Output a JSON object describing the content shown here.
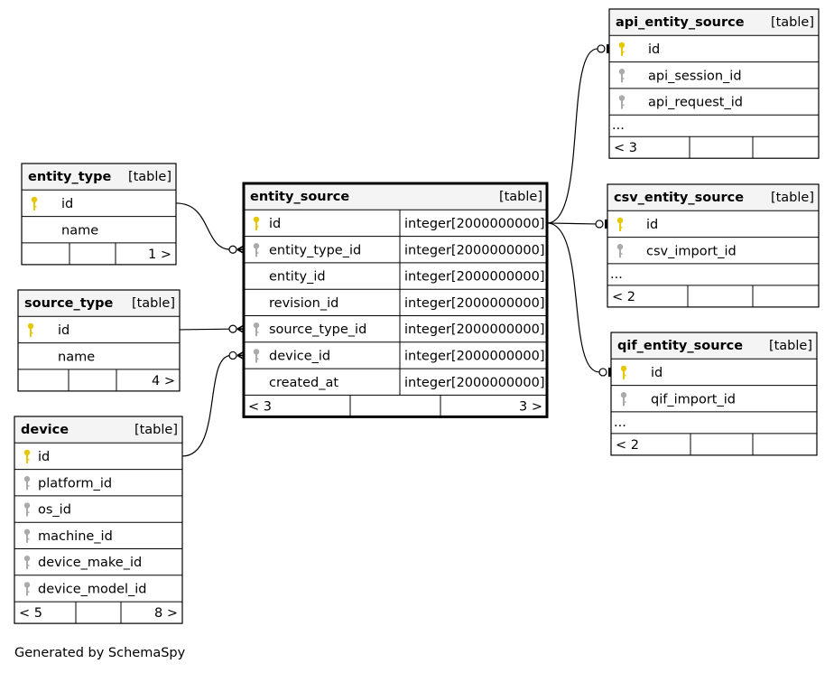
{
  "footer": "Generated by SchemaSpy",
  "tables": {
    "entity_type": {
      "name": "entity_type",
      "kind": "[table]",
      "columns": [
        {
          "name": "id",
          "key": "pk"
        },
        {
          "name": "name",
          "key": ""
        }
      ],
      "footer": [
        "",
        "",
        "1 >"
      ]
    },
    "source_type": {
      "name": "source_type",
      "kind": "[table]",
      "columns": [
        {
          "name": "id",
          "key": "pk"
        },
        {
          "name": "name",
          "key": ""
        }
      ],
      "footer": [
        "",
        "",
        "4 >"
      ]
    },
    "device": {
      "name": "device",
      "kind": "[table]",
      "columns": [
        {
          "name": "id",
          "key": "pk"
        },
        {
          "name": "platform_id",
          "key": "fk"
        },
        {
          "name": "os_id",
          "key": "fk"
        },
        {
          "name": "machine_id",
          "key": "fk"
        },
        {
          "name": "device_make_id",
          "key": "fk"
        },
        {
          "name": "device_model_id",
          "key": "fk"
        }
      ],
      "footer": [
        "< 5",
        "",
        "8 >"
      ]
    },
    "entity_source": {
      "name": "entity_source",
      "kind": "[table]",
      "columns": [
        {
          "name": "id",
          "key": "pk",
          "type": "integer[2000000000]"
        },
        {
          "name": "entity_type_id",
          "key": "fk",
          "type": "integer[2000000000]"
        },
        {
          "name": "entity_id",
          "key": "",
          "type": "integer[2000000000]"
        },
        {
          "name": "revision_id",
          "key": "",
          "type": "integer[2000000000]"
        },
        {
          "name": "source_type_id",
          "key": "fk",
          "type": "integer[2000000000]"
        },
        {
          "name": "device_id",
          "key": "fk",
          "type": "integer[2000000000]"
        },
        {
          "name": "created_at",
          "key": "",
          "type": "integer[2000000000]"
        }
      ],
      "footer": [
        "< 3",
        "",
        "3 >"
      ]
    },
    "api_entity_source": {
      "name": "api_entity_source",
      "kind": "[table]",
      "columns": [
        {
          "name": "id",
          "key": "pk"
        },
        {
          "name": "api_session_id",
          "key": "fk"
        },
        {
          "name": "api_request_id",
          "key": "fk"
        }
      ],
      "ellipsis": "...",
      "footer": [
        "< 3",
        "",
        ""
      ]
    },
    "csv_entity_source": {
      "name": "csv_entity_source",
      "kind": "[table]",
      "columns": [
        {
          "name": "id",
          "key": "pk"
        },
        {
          "name": "csv_import_id",
          "key": "fk"
        }
      ],
      "ellipsis": "...",
      "footer": [
        "< 2",
        "",
        ""
      ]
    },
    "qif_entity_source": {
      "name": "qif_entity_source",
      "kind": "[table]",
      "columns": [
        {
          "name": "id",
          "key": "pk"
        },
        {
          "name": "qif_import_id",
          "key": "fk"
        }
      ],
      "ellipsis": "...",
      "footer": [
        "< 2",
        "",
        ""
      ]
    }
  },
  "relationships": [
    {
      "from": "entity_type.id",
      "to": "entity_source.entity_type_id"
    },
    {
      "from": "source_type.id",
      "to": "entity_source.source_type_id"
    },
    {
      "from": "device.id",
      "to": "entity_source.device_id"
    },
    {
      "from": "entity_source.id",
      "to": "api_entity_source.id"
    },
    {
      "from": "entity_source.id",
      "to": "csv_entity_source.id"
    },
    {
      "from": "entity_source.id",
      "to": "qif_entity_source.id"
    }
  ],
  "colors": {
    "pk_key": "#e6c800",
    "fk_key": "#aaaaaa",
    "header_bg": "#f4f4f4",
    "border": "#000000"
  }
}
